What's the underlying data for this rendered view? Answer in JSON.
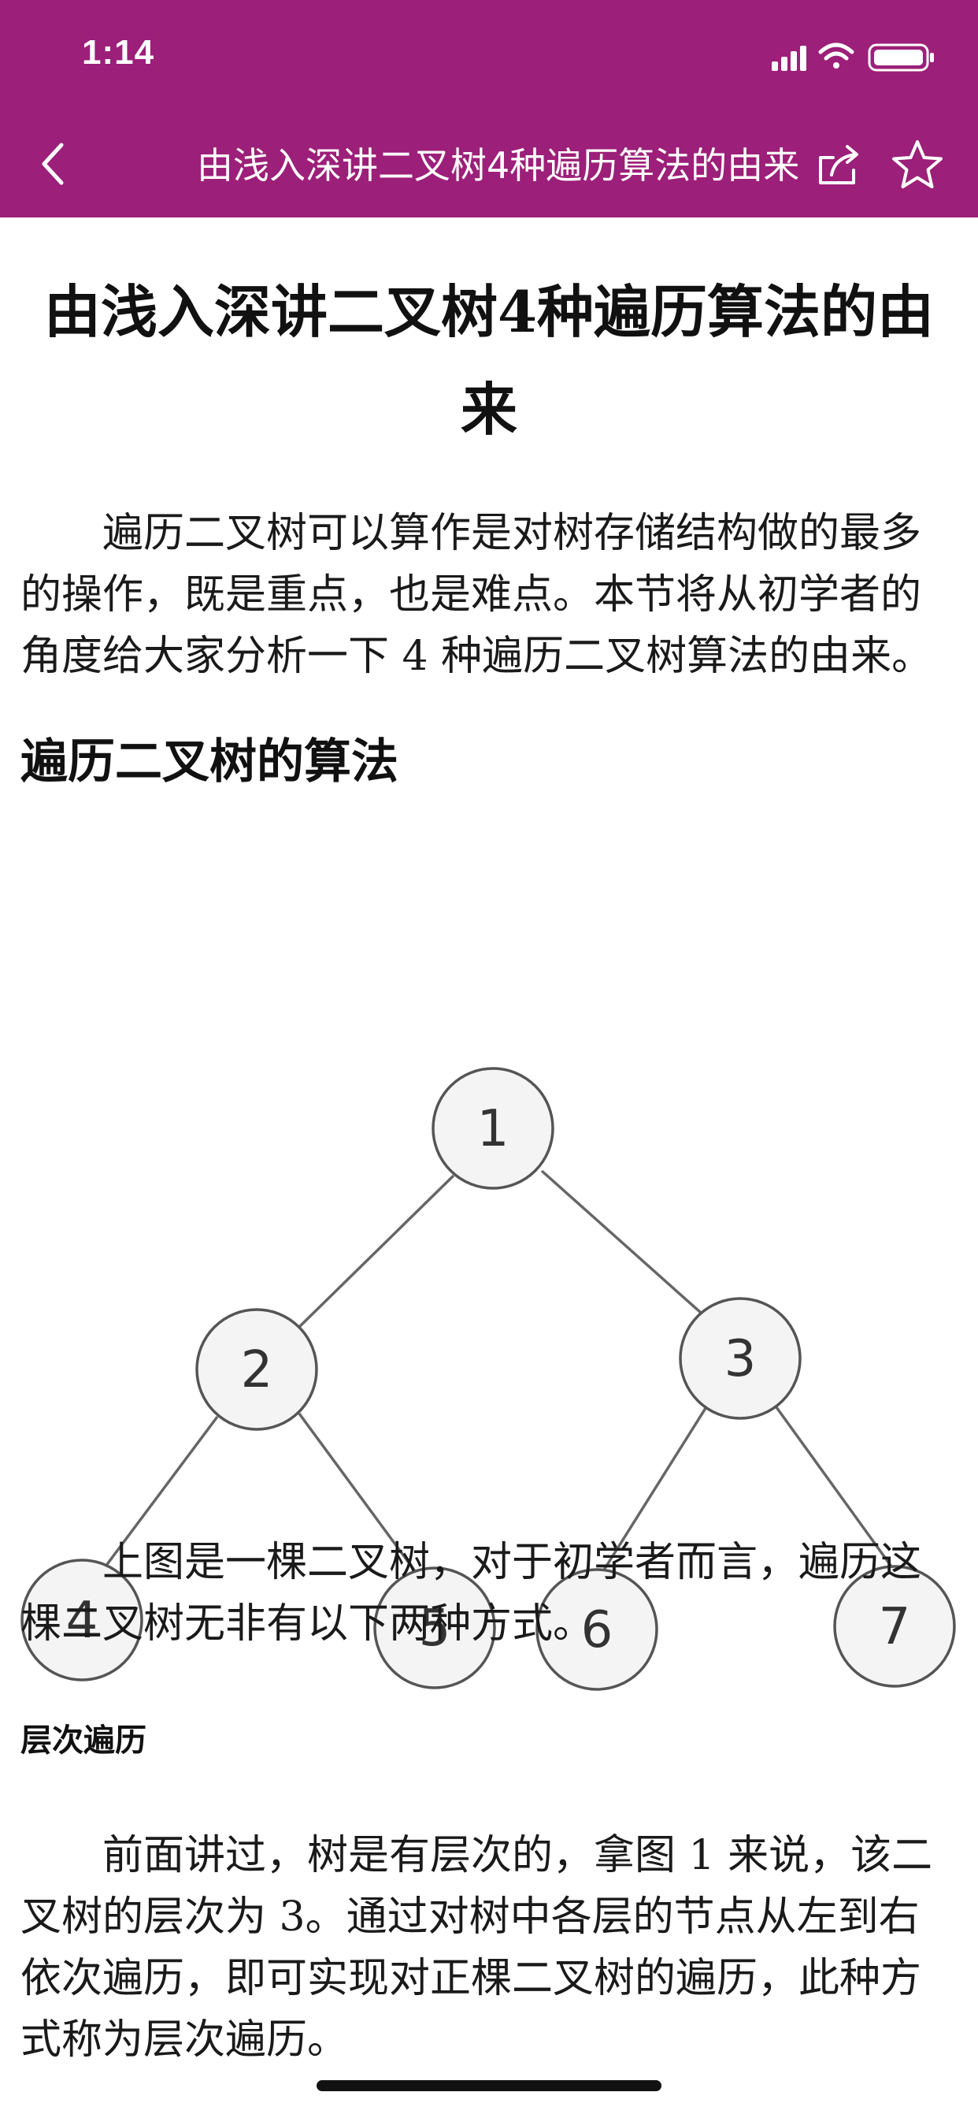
{
  "status_bar": {
    "time": "1:14"
  },
  "nav": {
    "title": "由浅入深讲二叉树4种遍历算法的由来",
    "back_icon": "chevron-left-icon",
    "share_icon": "share-icon",
    "favorite_icon": "star-outline-icon"
  },
  "article": {
    "title": "由浅入深讲二叉树4种遍历算法的由来",
    "intro": "遍历二叉树可以算作是对树存储结构做的最多的操作，既是重点，也是难点。本节将从初学者的角度给大家分析一下 4 种遍历二叉树算法的由来。",
    "section_heading": "遍历二叉树的算法",
    "tree_figure": {
      "nodes": [
        "1",
        "2",
        "3",
        "4",
        "5",
        "6",
        "7"
      ]
    },
    "after_figure": "上图是一棵二叉树，对于初学者而言，遍历这棵二叉树无非有以下两种方式。",
    "sub_heading": "层次遍历",
    "level_para": "前面讲过，树是有层次的，拿图 1 来说，该二叉树的层次为 3。通过对树中各层的节点从左到右依次遍历，即可实现对正棵二叉树的遍历，此种方式称为层次遍历。"
  },
  "colors": {
    "nav_background": "#9c1f79",
    "nav_text": "#ffffff",
    "node_fill": "#f4f4f4",
    "node_stroke": "#555555"
  }
}
